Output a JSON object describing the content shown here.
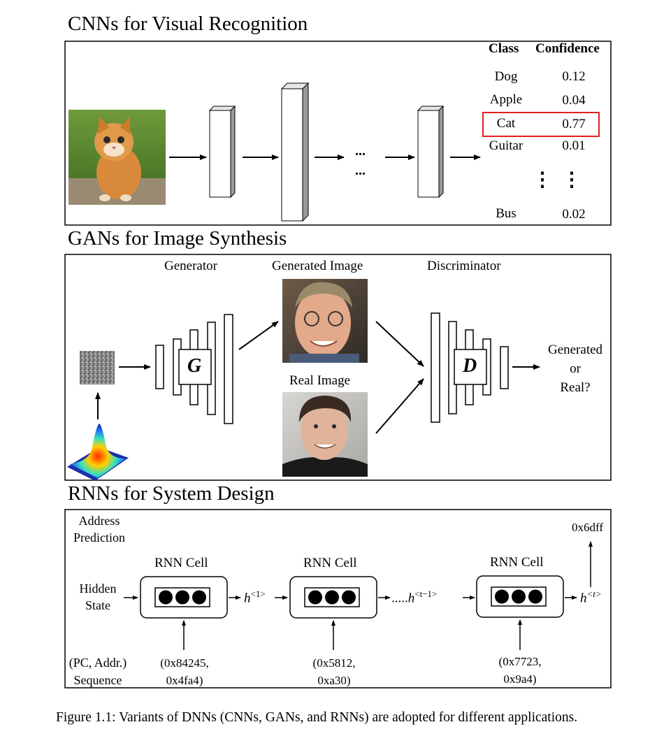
{
  "cnn": {
    "title": "CNNs for Visual Recognition",
    "table": {
      "col_class": "Class",
      "col_confidence": "Confidence",
      "rows": [
        {
          "cls": "Dog",
          "conf": "0.12"
        },
        {
          "cls": "Apple",
          "conf": "0.04"
        },
        {
          "cls": "Cat",
          "conf": "0.77"
        },
        {
          "cls": "Guitar",
          "conf": "0.01"
        },
        {
          "cls": "Bus",
          "conf": "0.02"
        }
      ],
      "ellipsis_h": "...",
      "ellipsis_v": "⋮",
      "highlight_row": "Cat",
      "highlight_color": "#e02020"
    }
  },
  "gan": {
    "title": "GANs for Image Synthesis",
    "generator_label": "Generator",
    "generated_image_label": "Generated Image",
    "discriminator_label": "Discriminator",
    "real_image_label": "Real Image",
    "g_letter": "G",
    "d_letter": "D",
    "output_line1": "Generated",
    "output_line2": "or",
    "output_line3": "Real?"
  },
  "rnn": {
    "title": "RNNs for System Design",
    "address_prediction_line1": "Address",
    "address_prediction_line2": "Prediction",
    "hidden_state_line1": "Hidden",
    "hidden_state_line2": "State",
    "sequence_line1": "(PC, Addr.)",
    "sequence_line2": "Sequence",
    "cell_label": "RNN Cell",
    "h1": "h",
    "h1_sup": "<1>",
    "ht1": "h",
    "ht1_sup": "<t−1>",
    "ht": "h",
    "ht_sup": "<t>",
    "dots": ".....",
    "output_addr": "0x6dff",
    "inputs": [
      {
        "line1": "(0x84245,",
        "line2": "0x4fa4)"
      },
      {
        "line1": "(0x5812,",
        "line2": "0xa30)"
      },
      {
        "line1": "(0x7723,",
        "line2": "0x9a4)"
      }
    ]
  },
  "caption": "Figure 1.1: Variants of DNNs (CNNs, GANs, and RNNs) are adopted for different applications."
}
